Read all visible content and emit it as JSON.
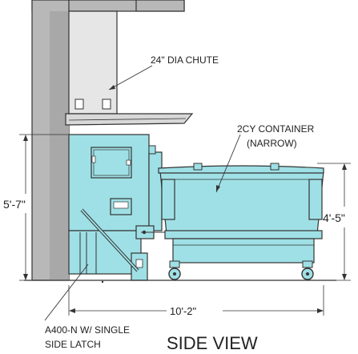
{
  "labels": {
    "chute": "24\" DIA CHUTE",
    "container_line1": "2CY CONTAINER",
    "container_line2": "(NARROW)",
    "height_left": "5'-7\"",
    "height_right": "4'-5\"",
    "width_bottom": "10'-2\"",
    "model_line1": "A400-N  W/ SINGLE",
    "model_line2": "SIDE LATCH",
    "view_title": "SIDE VIEW"
  },
  "colors": {
    "equipment_fill": "#9fe0e6",
    "structure_fill": "#b8b8b8",
    "chute_fill": "#e6e6e6",
    "line": "#333333"
  }
}
